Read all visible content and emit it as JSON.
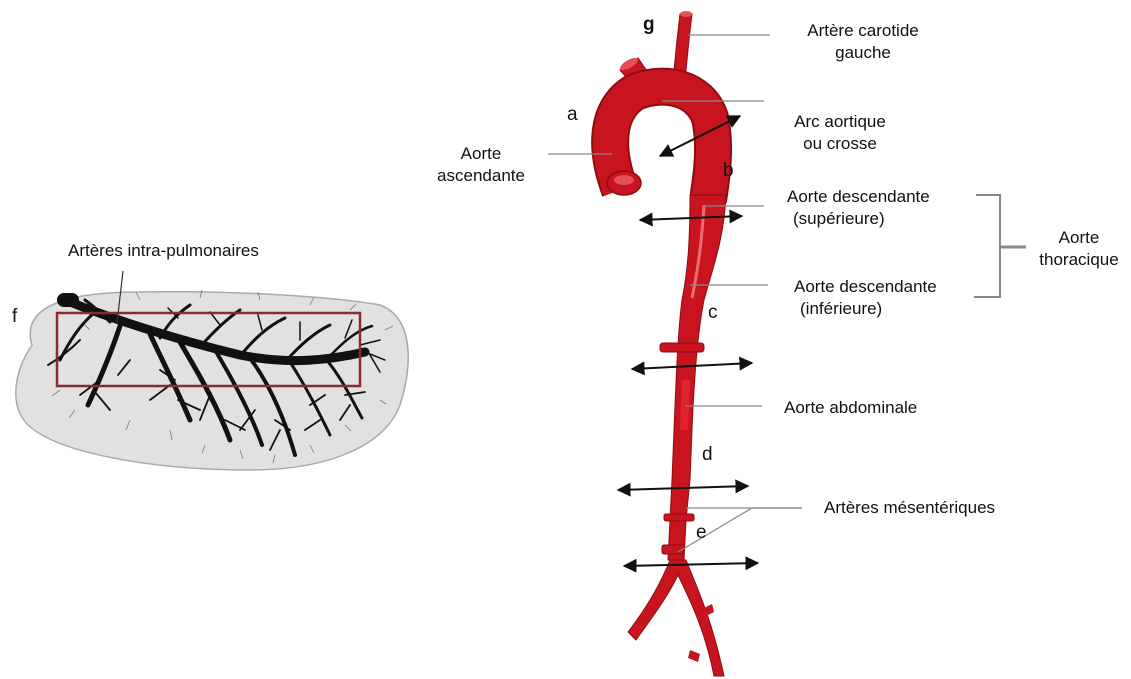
{
  "letters": {
    "a": "a",
    "b": "b",
    "c": "c",
    "d": "d",
    "e": "e",
    "f": "f",
    "g": "g"
  },
  "labels": {
    "carotid_line1": "Artère carotide",
    "carotid_line2": "gauche",
    "arch_line1": "Arc  aortique",
    "arch_line2": "ou crosse",
    "ascending_line1": "Aorte",
    "ascending_line2": "ascendante",
    "desc_sup_line1": "Aorte descendante",
    "desc_sup_line2": "(supérieure)",
    "desc_inf_line1": "Aorte descendante",
    "desc_inf_line2": "(inférieure)",
    "thoracic_line1": "Aorte",
    "thoracic_line2": "thoracique",
    "abdominal": "Aorte abdominale",
    "mesenteric": "Artères mésentériques",
    "pulmonary": "Artères intra-pulmonaires"
  },
  "colors": {
    "aorta": "#c8141e",
    "aorta_dark": "#8e0c12",
    "aorta_highlight": "#ec6a70",
    "leader": "#888888",
    "lung_fill": "#e1e1e1",
    "lung_outline": "#aaaaaa",
    "tree": "#111111",
    "highlight_box": "#8b2b2b"
  }
}
